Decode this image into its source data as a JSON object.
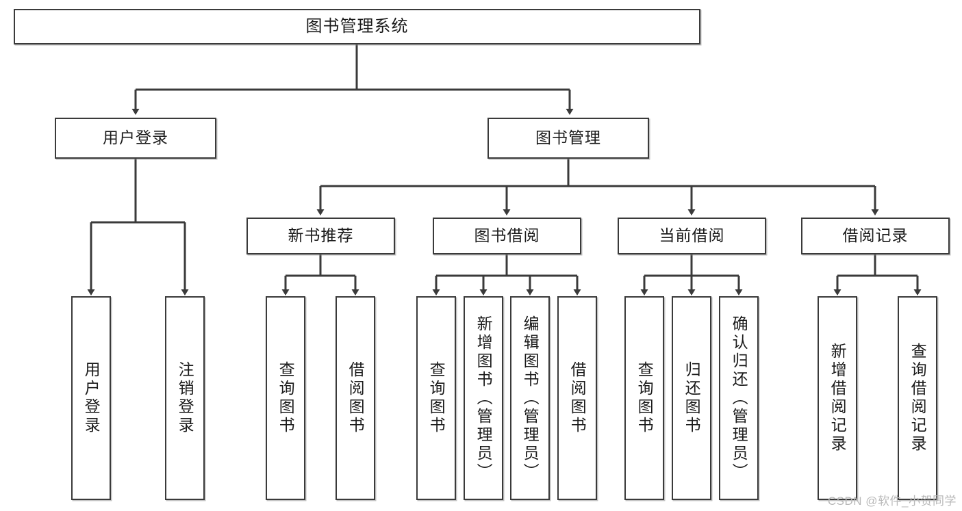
{
  "diagram": {
    "title": "图书管理系统",
    "type": "tree-hierarchy",
    "watermark": "CSDN @软件_小贺同学",
    "colors": {
      "stroke": "#3a3a3a",
      "fill": "#ffffff",
      "text": "#1b1b1b",
      "watermark": "#b9b9b9"
    },
    "nodes": {
      "root": {
        "label": "图书管理系统"
      },
      "level1": [
        {
          "id": "user-login",
          "label": "用户登录"
        },
        {
          "id": "book-manage",
          "label": "图书管理"
        }
      ],
      "level2": [
        {
          "id": "new-book-rec",
          "label": "新书推荐"
        },
        {
          "id": "book-borrow",
          "label": "图书借阅"
        },
        {
          "id": "current-borrow",
          "label": "当前借阅"
        },
        {
          "id": "borrow-record",
          "label": "借阅记录"
        }
      ],
      "leaves": {
        "user_login": [
          {
            "id": "leaf-user-login",
            "label": "用户登录"
          },
          {
            "id": "leaf-user-logout",
            "label": "注销登录"
          }
        ],
        "new_book_rec": [
          {
            "id": "leaf-query-book-1",
            "label": "查询图书"
          },
          {
            "id": "leaf-borrow-book-1",
            "label": "借阅图书"
          }
        ],
        "book_borrow": [
          {
            "id": "leaf-query-book-2",
            "label": "查询图书"
          },
          {
            "id": "leaf-add-book",
            "label": "新增图书（管理员）"
          },
          {
            "id": "leaf-edit-book",
            "label": "编辑图书（管理员）"
          },
          {
            "id": "leaf-borrow-book-2",
            "label": "借阅图书"
          }
        ],
        "current_borrow": [
          {
            "id": "leaf-query-book-3",
            "label": "查询图书"
          },
          {
            "id": "leaf-return-book",
            "label": "归还图书"
          },
          {
            "id": "leaf-confirm-return",
            "label": "确认归还（管理员）"
          }
        ],
        "borrow_record": [
          {
            "id": "leaf-add-record",
            "label": "新增借阅记录"
          },
          {
            "id": "leaf-query-record",
            "label": "查询借阅记录"
          }
        ]
      }
    }
  }
}
